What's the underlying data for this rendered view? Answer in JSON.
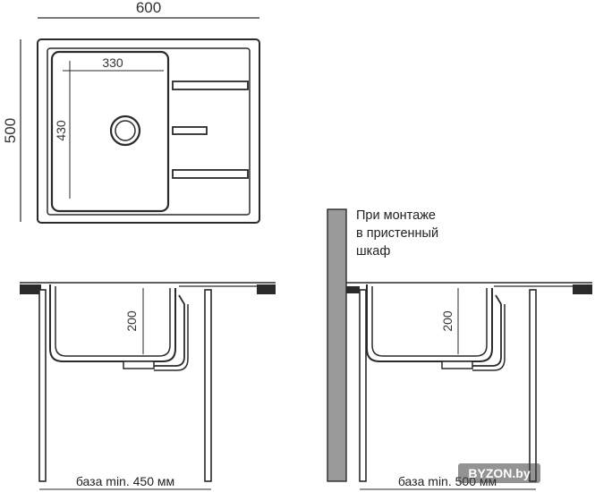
{
  "top_view": {
    "width_label": "600",
    "height_label": "500",
    "bowl_width_label": "330",
    "bowl_height_label": "430"
  },
  "side_view_left": {
    "depth_label": "200",
    "base_label": "база min. 450 мм"
  },
  "side_view_right": {
    "depth_label": "200",
    "base_label": "база min. 500 мм",
    "note_lines": [
      "При монтаже",
      "в пристенный",
      "шкаф"
    ]
  },
  "watermark": "BYZON.by",
  "colors": {
    "line": "#2a2a2a",
    "wall": "#9a9a9a",
    "text": "#333333"
  }
}
